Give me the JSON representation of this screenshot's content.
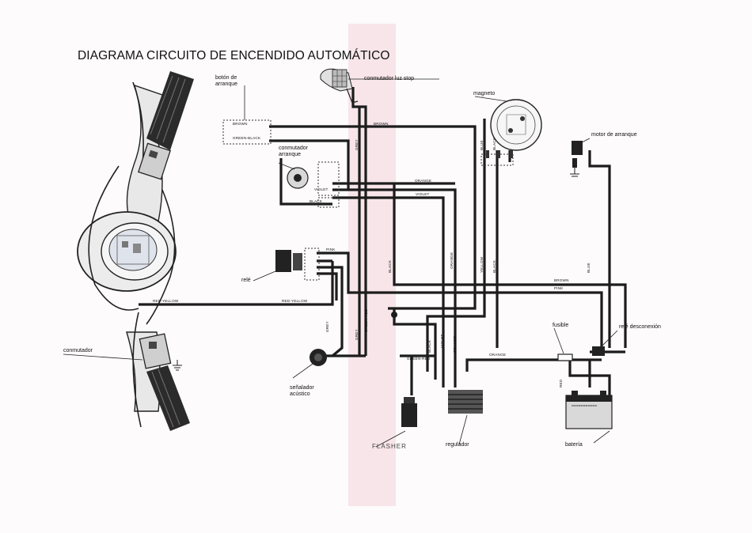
{
  "title": "DIAGRAMA CIRCUITO DE ENCENDIDO AUTOMÁTICO",
  "components": {
    "boton_arranque": [
      "botón de",
      "arranque"
    ],
    "conmutador_luz_stop": "conmutador luz stop",
    "magneto": "magneto",
    "motor_arranque": "motor de arranque",
    "conmutador_arranque": [
      "conmutador",
      "arranque"
    ],
    "rele": "relé",
    "conmutador": "conmutador",
    "senalador_acustico": [
      "señalador",
      "acústico"
    ],
    "flasher": "FLASHER",
    "regulador": "regulador",
    "fusible": "fusible",
    "rele_desconexion": "relé desconexión",
    "bateria": "batería"
  },
  "wire_labels": {
    "brown": "BROWN",
    "green_black": "GREEN-BLACK",
    "grey": "GREY",
    "violet": "VIOLET",
    "black": "BLACK",
    "orange": "ORANGE",
    "pink": "PINK",
    "red_yellow": "RED-YELLOW",
    "green_red": "GREEN-RED",
    "yellow": "YELLOW",
    "blue": "BLUE",
    "red": "RED"
  },
  "colors": {
    "wire": "#1c1c1c",
    "accent_band": "#f1d0d8",
    "background": "#fdfbfb"
  }
}
